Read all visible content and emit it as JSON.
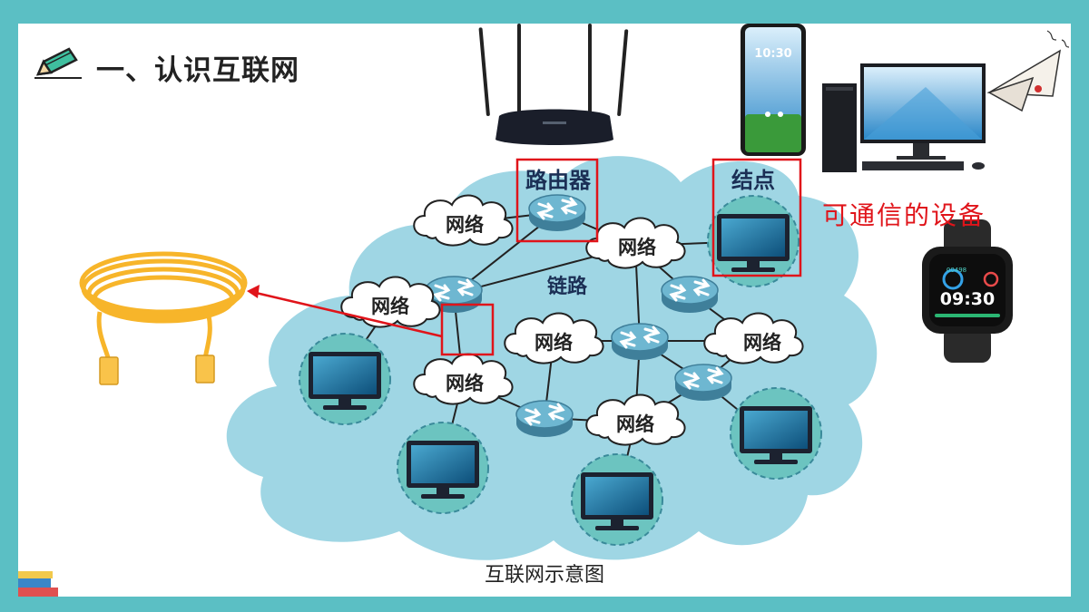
{
  "slide": {
    "title": "一、认识互联网",
    "caption": "互联网示意图",
    "note": "可通信的设备"
  },
  "diagram": {
    "router_label": "路由器",
    "node_label": "结点",
    "link_label": "链路",
    "network_label": "网络"
  },
  "phone": {
    "time": "10:30"
  },
  "watch": {
    "time": "09:30",
    "steps": "00498"
  },
  "colors": {
    "frame": "#5bbfc4",
    "cloud": "#9fd6e4",
    "highlight": "#e0141a",
    "cable": "#f7b52a"
  }
}
